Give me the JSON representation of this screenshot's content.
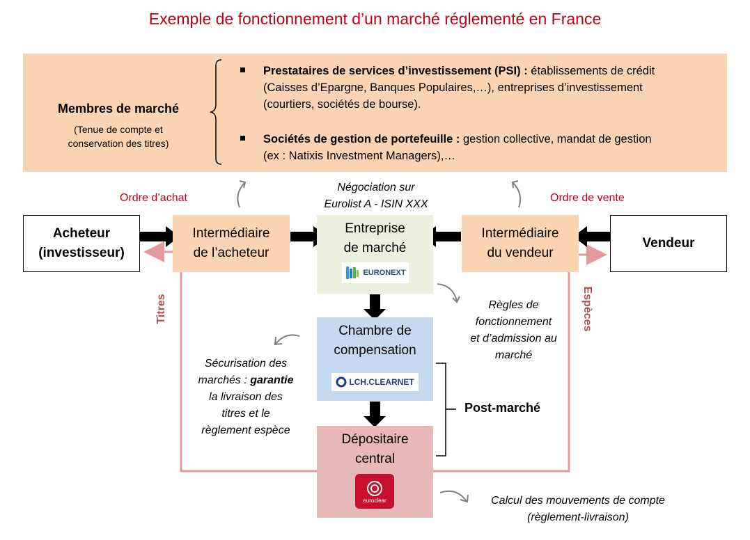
{
  "title": "Exemple de fonctionnement d’un marché réglementé en France",
  "members": {
    "title": "Membres de marché",
    "subtitle_line1": "(Tenue de compte et",
    "subtitle_line2": "conservation des titres)",
    "psi_bold": "Prestataires de services d’investissement (PSI) :",
    "psi_text1": " établissements de crédit",
    "psi_text2": "(Caisses d’Epargne, Banques Populaires,…), entreprises d’investissement",
    "psi_text3": "(courtiers, sociétés de bourse).",
    "sgp_bold": "Sociétés de gestion de portefeuille :",
    "sgp_text1": " gestion collective, mandat de gestion",
    "sgp_text2": "(ex : Natixis Investment Managers),…"
  },
  "labels": {
    "ordre_achat": "Ordre d’achat",
    "ordre_vente": "Ordre de vente",
    "negociation_line1": "Négociation sur",
    "negociation_line2": "Eurolist A - ISIN XXX",
    "titres": "Titres",
    "especes": "Espèces",
    "regles_line1": "Règles de",
    "regles_line2": "fonctionnement",
    "regles_line3": "et d’admission au",
    "regles_line4": "marché",
    "secu_line1": "Sécurisation des",
    "secu_line2a": "marchés : ",
    "secu_line2b": "garantie",
    "secu_line3": "la livraison des",
    "secu_line4": "titres et le",
    "secu_line5": "règlement espèce",
    "post_marche": "Post-marché",
    "calcul_line1": "Calcul des mouvements de compte",
    "calcul_line2": "(règlement-livraison)"
  },
  "boxes": {
    "acheteur_line1": "Acheteur",
    "acheteur_line2": "(investisseur)",
    "inter_acheteur_line1": "Intermédiaire",
    "inter_acheteur_line2": "de l’acheteur",
    "entreprise_line1": "Entreprise",
    "entreprise_line2": "de marché",
    "inter_vendeur_line1": "Intermédiaire",
    "inter_vendeur_line2": "du vendeur",
    "vendeur": "Vendeur",
    "chambre_line1": "Chambre de",
    "chambre_line2": "compensation",
    "depositaire_line1": "Dépositaire",
    "depositaire_line2": "central"
  },
  "logos": {
    "euronext": "EURONEXT",
    "lch": "LCH.CLEARNET",
    "euroclear": "euroclear"
  },
  "colors": {
    "title_red": "#c0001a",
    "members_bg": "#fbd4b4",
    "entreprise_bg": "#ebf1de",
    "chambre_bg": "#c5d9f1",
    "depositaire_bg": "#e6b9b8",
    "flow_line": "#e39a9a"
  }
}
